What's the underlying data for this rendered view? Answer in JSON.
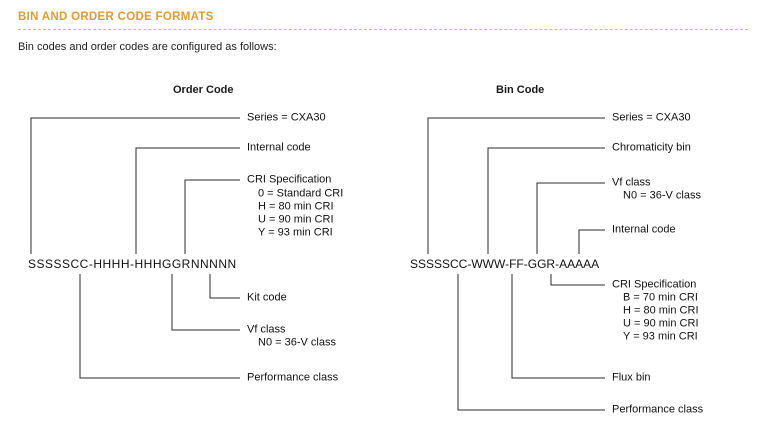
{
  "page": {
    "title": "BIN AND ORDER CODE FORMATS",
    "intro": "Bin codes and order codes are configured as follows:",
    "accent_color": "#E39B2D"
  },
  "order_code": {
    "title": "Order Code",
    "code": "SSSSSCC-HHHH-HHHGGRNNNNN",
    "labels": {
      "series": "Series = CXA30",
      "internal": "Internal code",
      "cri_title": "CRI Specification",
      "cri_options": [
        "0 = Standard CRI",
        "H = 80 min CRI",
        "U = 90 min CRI",
        "Y = 93 min CRI"
      ],
      "kit": "Kit code",
      "vf_title": "Vf class",
      "vf_option": "N0 = 36-V class",
      "performance": "Performance class"
    }
  },
  "bin_code": {
    "title": "Bin Code",
    "code": "SSSSSCC-WWW-FF-GGR-AAAAA",
    "labels": {
      "series": "Series = CXA30",
      "chromaticity": "Chromaticity bin",
      "vf_title": "Vf class",
      "vf_option": "N0 = 36-V class",
      "internal": "Internal code",
      "cri_title": "CRI Specification",
      "cri_options": [
        "B = 70 min CRI",
        "H = 80 min CRI",
        "U = 90 min CRI",
        "Y = 93 min CRI"
      ],
      "flux": "Flux bin",
      "performance": "Performance class"
    }
  }
}
